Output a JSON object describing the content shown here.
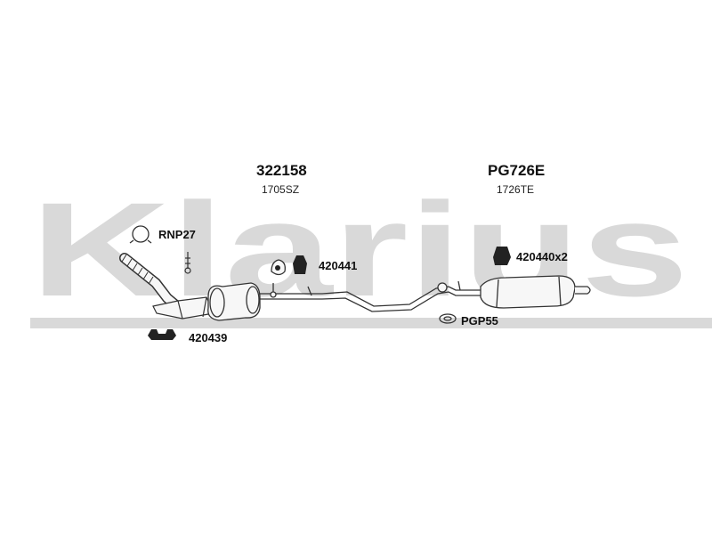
{
  "watermark": {
    "text": "Klarius",
    "color": "#d9d9d9"
  },
  "groups": [
    {
      "part_number": "322158",
      "code": "1705SZ"
    },
    {
      "part_number": "PG726E",
      "code": "1726TE"
    }
  ],
  "fittings": [
    {
      "label": "RNP27",
      "icon": "pipe-clamp-icon"
    },
    {
      "label": "420441",
      "icon": "rubber-hanger-icon"
    },
    {
      "label": "420440x2",
      "icon": "rubber-hanger-icon"
    },
    {
      "label": "420439",
      "icon": "mounting-bracket-icon"
    },
    {
      "label": "PGP55",
      "icon": "gasket-icon"
    }
  ],
  "colors": {
    "line": "#333333",
    "part_fill": "#f7f7f7",
    "accessory_fill": "#222222"
  }
}
